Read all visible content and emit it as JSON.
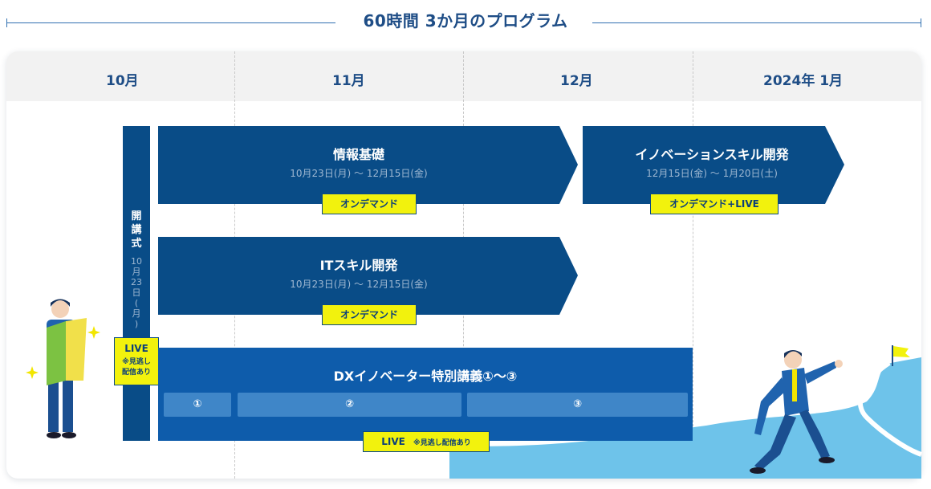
{
  "header": {
    "title": "60時間 3か月のプログラム"
  },
  "months": [
    "10月",
    "11月",
    "12月",
    "2024年 1月"
  ],
  "courses": {
    "info": {
      "title": "情報基礎",
      "dates": "10月23日(月) ～ 12月15日(金)",
      "tag": "オンデマンド"
    },
    "innovation": {
      "title": "イノベーションスキル開発",
      "dates": "12月15日(金) ～ 1月20日(土)",
      "tag": "オンデマンド+LIVE"
    },
    "it": {
      "title": "ITスキル開発",
      "dates": "10月23日(月) ～ 12月15日(金)",
      "tag": "オンデマンド"
    }
  },
  "ceremony": {
    "title_chars": [
      "開",
      "講",
      "式"
    ],
    "date_chars": [
      "10",
      "月",
      "23",
      "日",
      "(",
      "月",
      ")"
    ],
    "tag_main": "LIVE",
    "tag_note1": "※見逃し",
    "tag_note2": "配信あり"
  },
  "dx": {
    "title": "DXイノベーター特別講義①〜③",
    "sessions": [
      "①",
      "②",
      "③"
    ],
    "tag_main": "LIVE",
    "tag_note": "※見逃し配信あり"
  },
  "colors": {
    "navy": "#094c87",
    "blue": "#0e5cab",
    "yellow": "#f2f20d",
    "sky": "#6ec3ea"
  }
}
